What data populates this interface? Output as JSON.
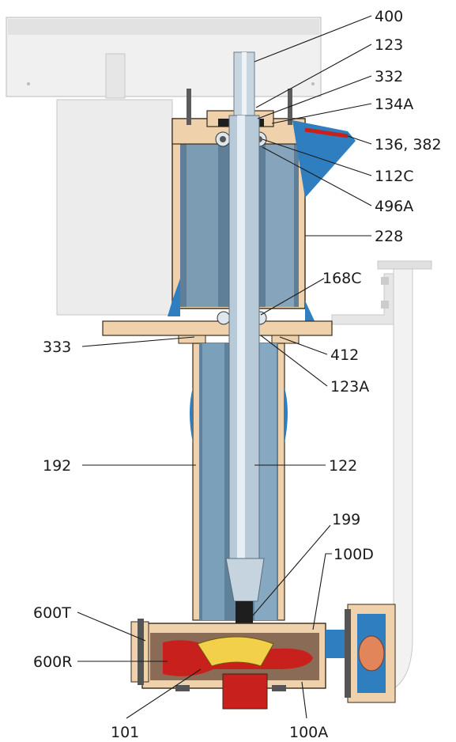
{
  "colors": {
    "casing_tan": "#efd2ac",
    "casing_outline": "#3a2a1a",
    "steel_blue": "#7a9db6",
    "steel_dark": "#3d5c72",
    "shaft_light": "#dfe7ee",
    "impeller_yellow": "#f3d04a",
    "volute_red": "#c8201c",
    "volute_brown": "#8a6b55",
    "motor_grey": "#eeeeee",
    "flange_blue": "#2f7fc0",
    "flange_orange": "#e2855a",
    "leader_line": "#1a1a1a"
  },
  "callouts": [
    {
      "id": "400",
      "label": "400"
    },
    {
      "id": "123",
      "label": "123"
    },
    {
      "id": "332",
      "label": "332"
    },
    {
      "id": "134A",
      "label": "134A"
    },
    {
      "id": "136-382",
      "label": "136, 382"
    },
    {
      "id": "112C",
      "label": "112C"
    },
    {
      "id": "496A",
      "label": "496A"
    },
    {
      "id": "228",
      "label": "228"
    },
    {
      "id": "168C",
      "label": "168C"
    },
    {
      "id": "333",
      "label": "333"
    },
    {
      "id": "412",
      "label": "412"
    },
    {
      "id": "123A",
      "label": "123A"
    },
    {
      "id": "192",
      "label": "192"
    },
    {
      "id": "122",
      "label": "122"
    },
    {
      "id": "199",
      "label": "199"
    },
    {
      "id": "100D",
      "label": "100D"
    },
    {
      "id": "600T",
      "label": "600T"
    },
    {
      "id": "600R",
      "label": "600R"
    },
    {
      "id": "101",
      "label": "101"
    },
    {
      "id": "100A",
      "label": "100A"
    }
  ]
}
